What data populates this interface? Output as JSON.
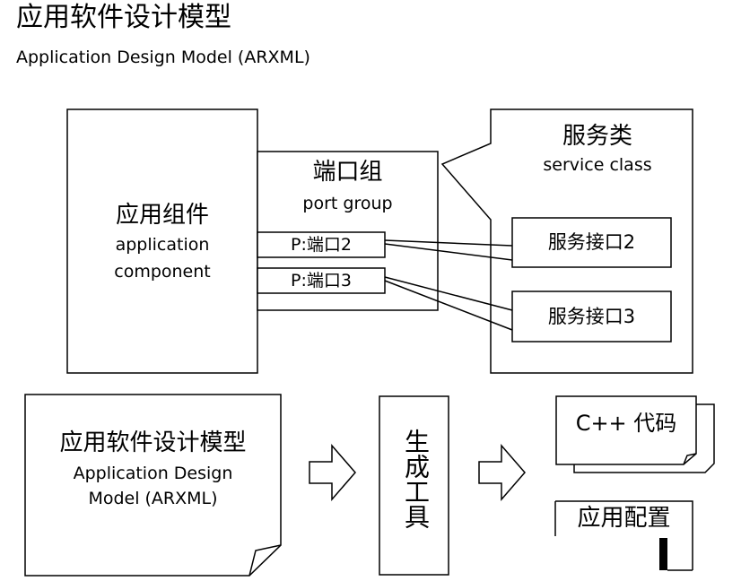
{
  "header": {
    "title_cn": "应用软件设计模型",
    "title_en": "Application Design Model (ARXML)"
  },
  "model": {
    "component": {
      "label_cn": "应用组件",
      "label_en_1": "application",
      "label_en_2": "component"
    },
    "port_group": {
      "label_cn": "端口组",
      "label_en": "port group"
    },
    "ports": [
      "P:端口2",
      "P:端口3"
    ],
    "service_class": {
      "label_cn": "服务类",
      "label_en": "service class"
    },
    "service_interfaces": [
      "服务接口2",
      "服务接口3"
    ]
  },
  "flow": {
    "input_doc": {
      "label_cn": "应用软件设计模型",
      "label_en_1": "Application Design",
      "label_en_2": "Model (ARXML)"
    },
    "tool": {
      "label": "生成工具"
    },
    "output_code": {
      "label": "C++ 代码"
    },
    "output_config": {
      "label": "应用配置"
    }
  }
}
